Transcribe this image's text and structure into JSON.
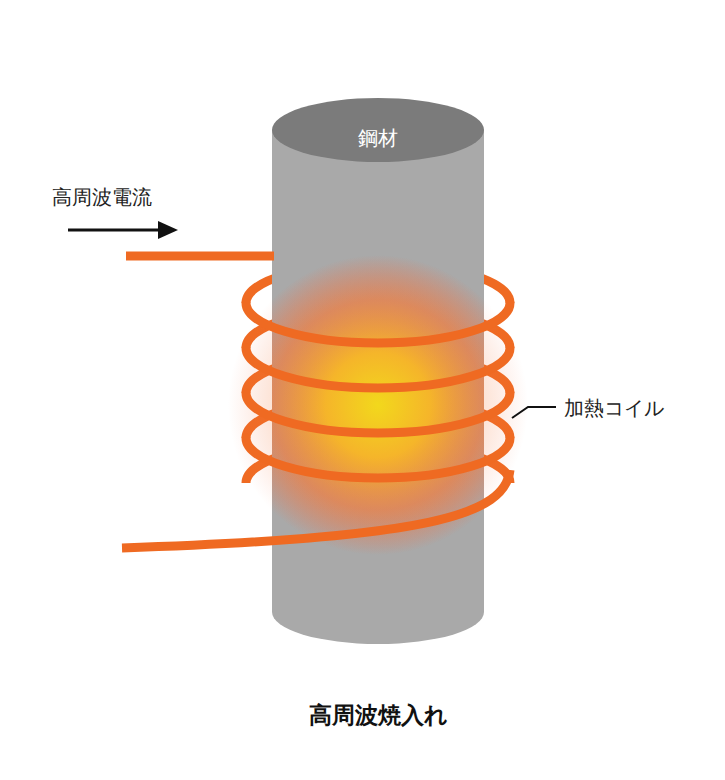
{
  "diagram": {
    "caption": "高周波焼入れ",
    "labels": [
      "鋼材",
      "高周波電流",
      "加熱コイル"
    ]
  }
}
